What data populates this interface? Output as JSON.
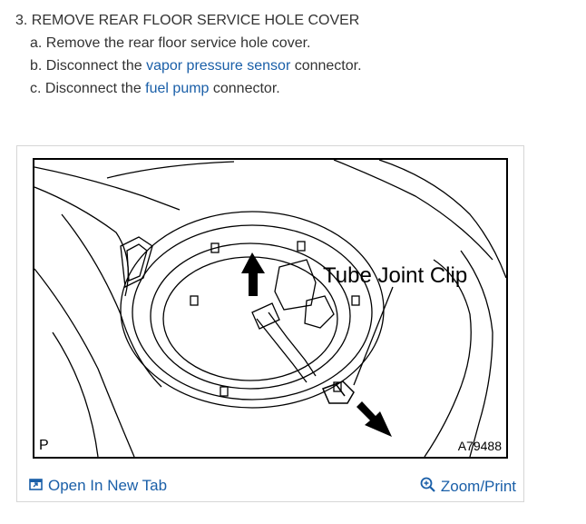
{
  "step": {
    "title": "3. REMOVE REAR FLOOR SERVICE HOLE COVER",
    "items": [
      {
        "prefix": "a. Remove the rear floor service hole cover.",
        "link": "",
        "suffix": ""
      },
      {
        "prefix": "b. Disconnect the ",
        "link": "vapor pressure sensor",
        "suffix": " connector."
      },
      {
        "prefix": "c. Disconnect the ",
        "link": "fuel pump",
        "suffix": " connector."
      }
    ]
  },
  "figure": {
    "callout": "Tube Joint Clip",
    "corner_label": "P",
    "figure_id": "A79488"
  },
  "actions": {
    "open_tab": "Open In New Tab",
    "zoom_print": "Zoom/Print"
  },
  "colors": {
    "link": "#1a5fa8",
    "text": "#333333"
  },
  "icons": {
    "open_tab": "open-new-tab-icon",
    "zoom": "zoom-in-icon"
  }
}
